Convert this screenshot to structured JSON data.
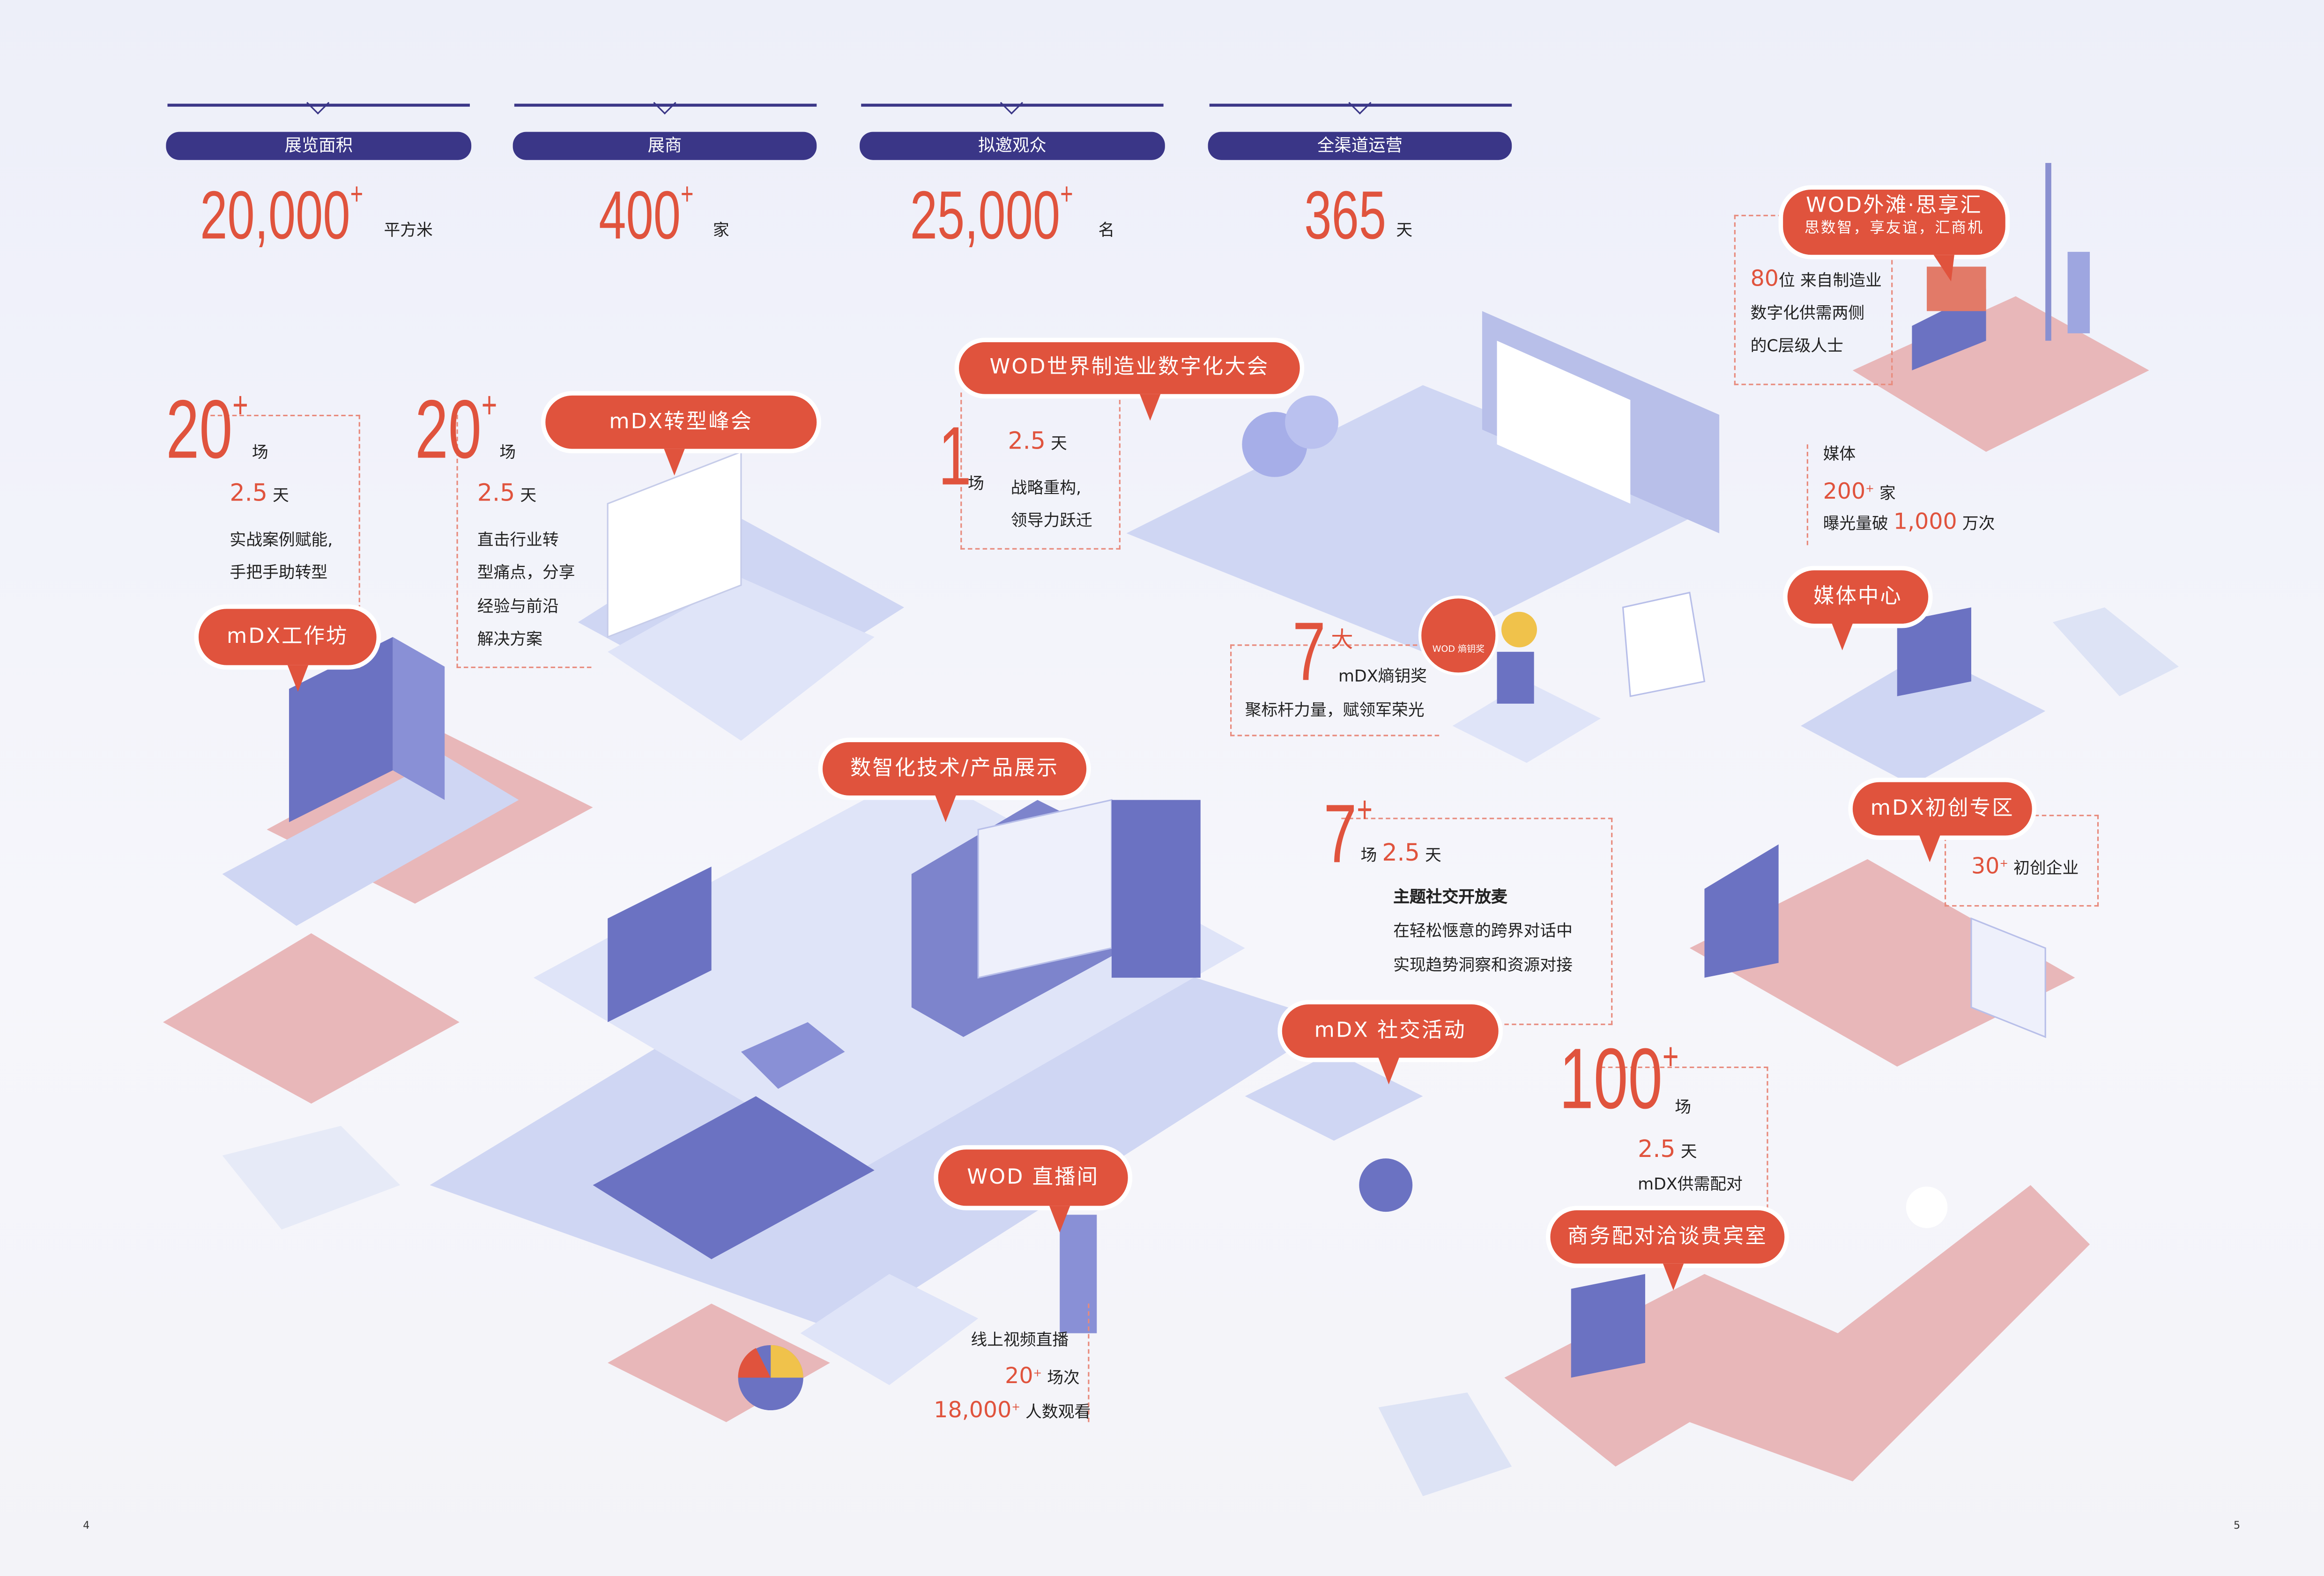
{
  "stats": [
    {
      "label": "展览面积",
      "value": "20,000",
      "plus": "+",
      "unit": "平方米"
    },
    {
      "label": "展商",
      "value": "400",
      "plus": "+",
      "unit": "家"
    },
    {
      "label": "拟邀观众",
      "value": "25,000",
      "plus": "+",
      "unit": "名"
    },
    {
      "label": "全渠道运营",
      "value": "365",
      "plus": "",
      "unit": "天"
    }
  ],
  "bubbles": {
    "bund_title": "WOD外滩·思享汇",
    "bund_sub": "思数智，享友谊，汇商机",
    "wod_conf": "WOD世界制造业数字化大会",
    "mdx_summit": "mDX转型峰会",
    "mdx_workshop": "mDX工作坊",
    "tech_show": "数智化技术/产品展示",
    "media": "媒体中心",
    "startup": "mDX初创专区",
    "social": "mDX 社交活动",
    "live": "WOD 直播间",
    "vip": "商务配对洽谈贵宾室"
  },
  "workshop": {
    "count": "20",
    "plus": "+",
    "unit": "场",
    "days": "2.5",
    "days_unit": "天",
    "lines": [
      "实战案例赋能,",
      "手把手助转型"
    ]
  },
  "summit": {
    "count": "20",
    "plus": "+",
    "unit": "场",
    "days": "2.5",
    "days_unit": "天",
    "lines": [
      "直击行业转",
      "型痛点，分享",
      "经验与前沿",
      "解决方案"
    ]
  },
  "conference": {
    "count": "1",
    "unit": "场",
    "days": "2.5",
    "days_unit": "天",
    "lines": [
      "战略重构,",
      "领导力跃迁"
    ]
  },
  "bund": {
    "count": "80",
    "line1": "位 来自制造业",
    "line2": "数字化供需两侧",
    "line3": "的C层级人士"
  },
  "media": {
    "title": "媒体",
    "count": "200",
    "plus": "+",
    "unit": "家",
    "exposure_pre": "曝光量破",
    "exposure": "1,000",
    "exposure_unit": "万次"
  },
  "award": {
    "count": "7",
    "unit": "大",
    "name": "mDX熵钥奖",
    "slogan": "聚标杆力量，赋领军荣光",
    "badge": "WOD 熵钥奖"
  },
  "social": {
    "count": "7",
    "plus": "+",
    "unit": "场",
    "days": "2.5",
    "days_unit": "天",
    "title": "主题社交开放麦",
    "lines": [
      "在轻松惬意的跨界对话中",
      "实现趋势洞察和资源对接"
    ]
  },
  "startup": {
    "count": "30",
    "plus": "+",
    "unit": "初创企业"
  },
  "matching": {
    "count": "100",
    "plus": "+",
    "unit": "场",
    "days": "2.5",
    "days_unit": "天",
    "line": "mDX供需配对"
  },
  "live": {
    "title": "线上视频直播",
    "sessions": "20",
    "sessions_plus": "+",
    "sessions_unit": "场次",
    "viewers": "18,000",
    "viewers_plus": "+",
    "viewers_unit": "人数观看"
  },
  "pages": {
    "left": "4",
    "right": "5"
  },
  "colors": {
    "navy": "#3a3687",
    "accent": "#e0533d",
    "pink": "#e8b7b9",
    "blue": "#c9d0f0"
  }
}
